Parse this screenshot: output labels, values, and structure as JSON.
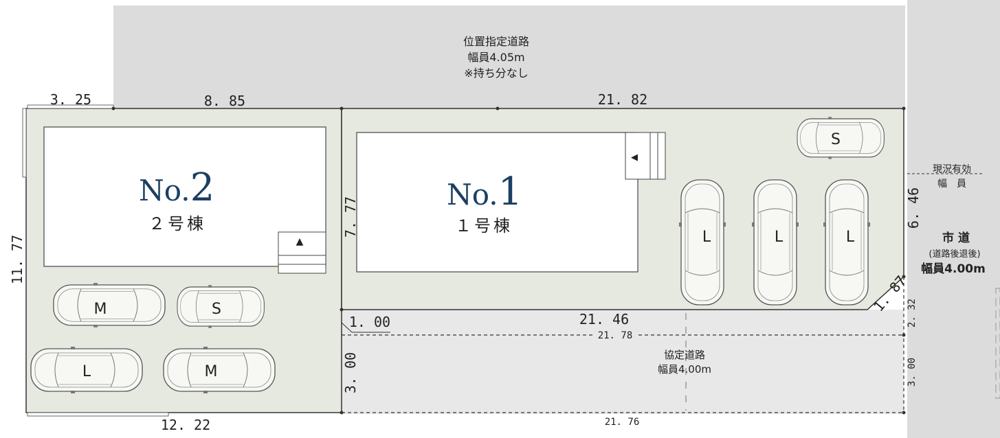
{
  "roads": {
    "designated": {
      "line1": "位置指定道路",
      "line2": "幅員4.05m",
      "line3": "※持ち分なし"
    },
    "agreement": {
      "line1": "協定道路",
      "line2": "幅員4.00m"
    },
    "city": {
      "line1": "市 道",
      "line2": "(道路後退後)",
      "line3": "幅員4.00m",
      "effective_line1": "現況有効",
      "effective_line2": "幅　員"
    }
  },
  "buildings": {
    "no2": {
      "no_prefix": "No.",
      "no_number": "2",
      "name": "２号棟"
    },
    "no1": {
      "no_prefix": "No.",
      "no_number": "1",
      "name": "１号棟"
    }
  },
  "dimensions": {
    "top_left": "3. 25",
    "top_mid": "8. 85",
    "top_right": "21. 82",
    "left_side": "11. 77",
    "divider": "7. 77",
    "right_side": "6. 46",
    "corner": "1. 87",
    "small_step": "1. 00",
    "lot1_bottom": "21. 46",
    "road_top": "21. 78",
    "road_width": "3. 00",
    "road_bottom": "21. 76",
    "right_road_top": "2. 32",
    "right_road_width": "3. 00",
    "bottom_left": "12. 22"
  },
  "parking": {
    "lot2_car1": "M",
    "lot2_car2": "S",
    "lot2_car3": "L",
    "lot2_car4": "M",
    "lot1_car1": "S",
    "lot1_car2": "L",
    "lot1_car3": "L",
    "lot1_car4": "L"
  },
  "entrance_marker": "▲",
  "entrance_marker_left": "◀",
  "colors": {
    "road_gray": "#dcdcdc",
    "agreement_road": "#e8e8e8",
    "lot_fill": "#e6e9df",
    "building_fill": "#ffffff",
    "brand_blue": "#1c3f63",
    "line": "#333333"
  }
}
